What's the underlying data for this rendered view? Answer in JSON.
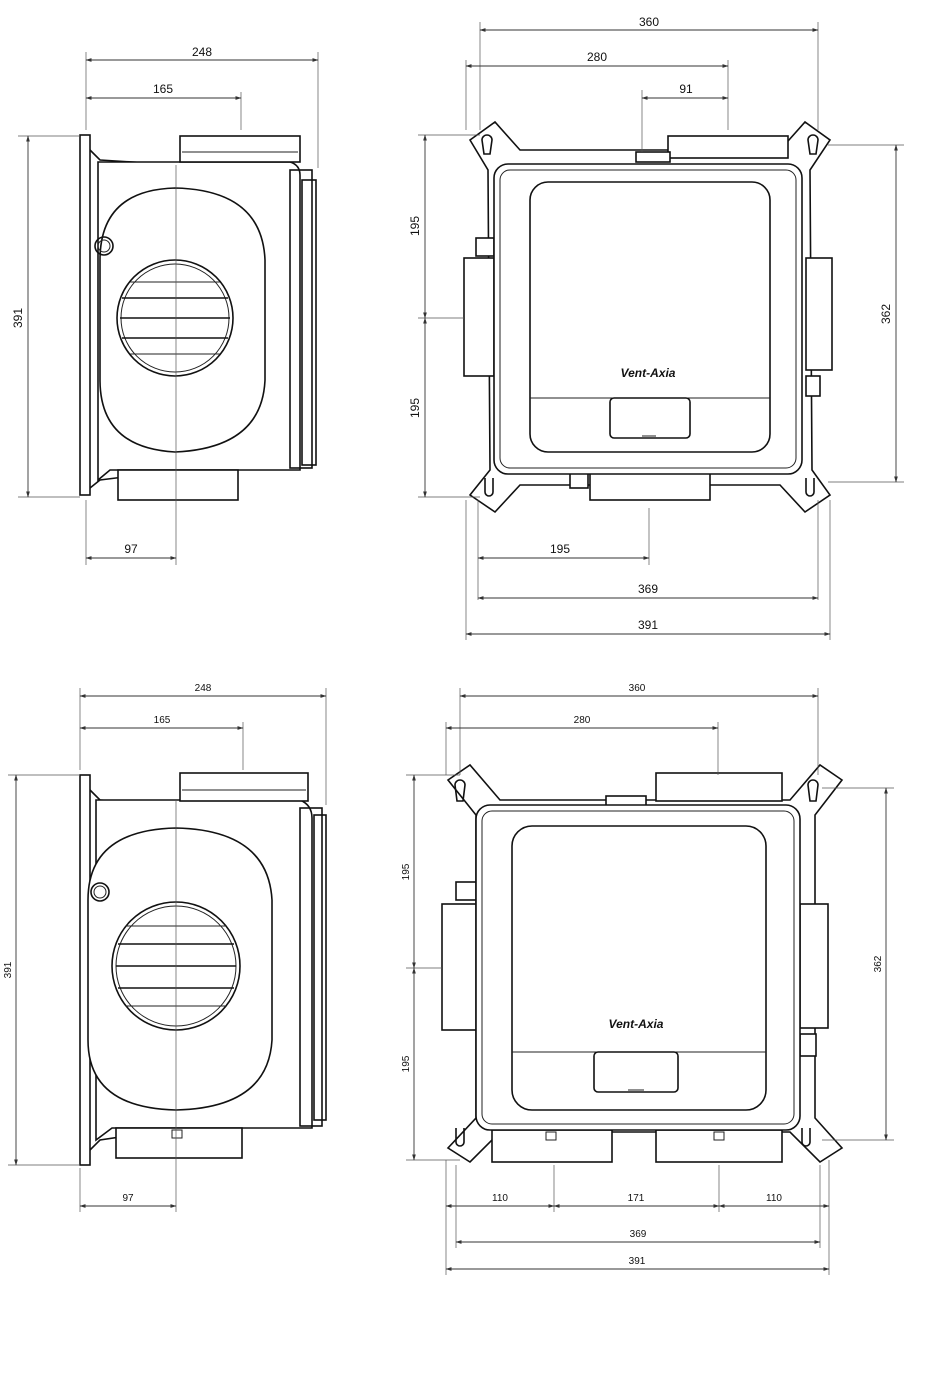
{
  "brand": "Vent-Axia",
  "view_top_left": {
    "dim_width_total": "248",
    "dim_spigot": "165",
    "dim_height": "391",
    "dim_centre": "97"
  },
  "view_top_right": {
    "dim_top_overall": "360",
    "dim_top_spigot": "280",
    "dim_top_offset": "91",
    "dim_left_upper": "195",
    "dim_left_lower": "195",
    "dim_right_height": "362",
    "dim_bottom_centre": "195",
    "dim_bottom_inner": "369",
    "dim_bottom_overall": "391"
  },
  "view_bottom_left": {
    "dim_width_total": "248",
    "dim_spigot": "165",
    "dim_height": "391",
    "dim_centre": "97"
  },
  "view_bottom_right": {
    "dim_top_overall": "360",
    "dim_top_spigot": "280",
    "dim_left_upper": "195",
    "dim_left_lower": "195",
    "dim_right_height": "362",
    "dim_bottom_left_spigot": "110",
    "dim_bottom_spigot_pitch": "171",
    "dim_bottom_right_spigot": "110",
    "dim_bottom_inner": "369",
    "dim_bottom_overall": "391"
  }
}
